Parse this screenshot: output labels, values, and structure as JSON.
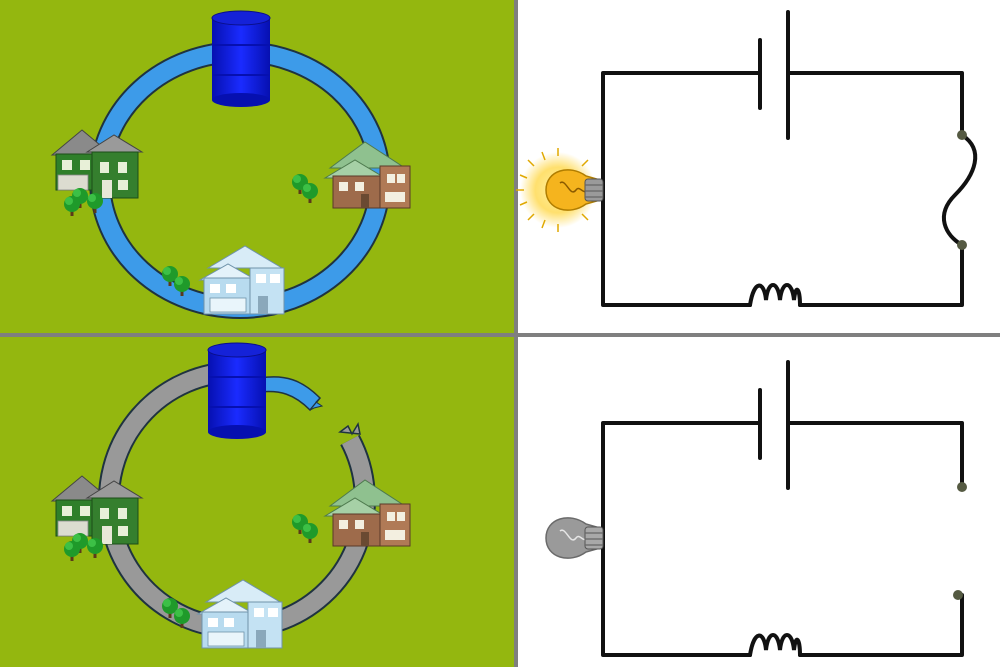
{
  "colors": {
    "grass": "#94b70f",
    "divider": "#7f7f7f",
    "pipe_water": "#3d9be9",
    "pipe_dry": "#999999",
    "pipe_edge": "#1f3340",
    "tank": "#0a14e0",
    "wire": "#111111",
    "bulb_on": "#f5b41e",
    "bulb_off": "#9a9a9a",
    "house_green": "#2f7f2a",
    "house_brick": "#9e6b4b",
    "house_blue": "#b8dbef",
    "roof_gray": "#8a8a8a",
    "roof_green": "#8fc18f",
    "tree": "#1f9a2a"
  },
  "panels": [
    {
      "id": "water-closed",
      "state": "water flowing in closed pipe loop"
    },
    {
      "id": "circuit-closed",
      "state": "closed circuit, bulb lit"
    },
    {
      "id": "water-open",
      "state": "broken pipe loop"
    },
    {
      "id": "circuit-open",
      "state": "open circuit, bulb off"
    }
  ],
  "icons": [
    "water-tank-icon",
    "house-icon",
    "tree-icon",
    "light-bulb-icon",
    "battery-icon",
    "resistor-icon",
    "switch-icon"
  ]
}
